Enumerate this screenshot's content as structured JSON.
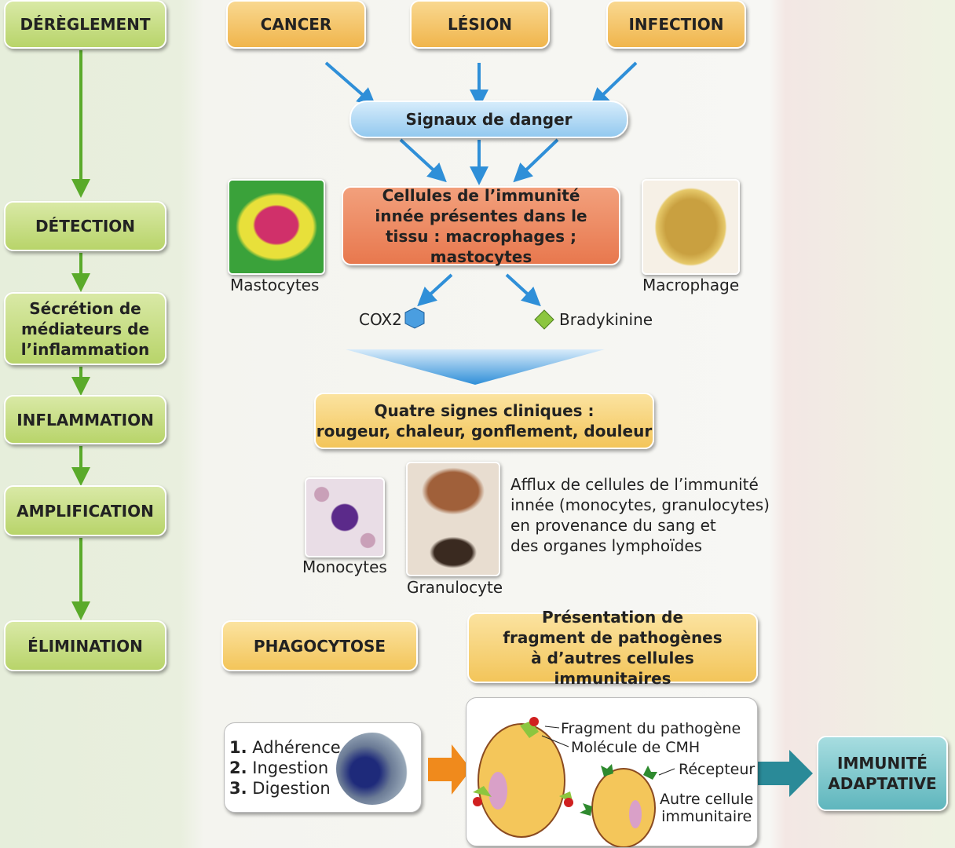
{
  "left_steps": [
    "DÉRÈGLEMENT",
    "DÉTECTION",
    "Sécrétion de médiateurs de l’inflammation",
    "INFLAMMATION",
    "AMPLIFICATION",
    "ÉLIMINATION"
  ],
  "triggers": [
    "CANCER",
    "LÉSION",
    "INFECTION"
  ],
  "danger_signals": "Signaux de danger",
  "innate_cells": "Cellules de l’immunité innée présentes dans le tissu : macrophages ; mastocytes",
  "cell_labels": {
    "mastocytes": "Mastocytes",
    "macrophage": "Macrophage",
    "monocytes": "Monocytes",
    "granulocyte": "Granulocyte"
  },
  "mediators": {
    "cox2": "COX2",
    "bradykinine": "Bradykinine"
  },
  "clinical_signs": {
    "line1": "Quatre signes cliniques :",
    "line2": "rougeur, chaleur, gonflement, douleur"
  },
  "afflux": [
    "Afflux de cellules de l’immunité",
    "innée (monocytes, granulocytes)",
    "en provenance du sang et",
    "des organes lymphoïdes"
  ],
  "phagocytose": "PHAGOCYTOSE",
  "presentation": "Présentation de fragment de pathogènes à d’autres cellules immunitaires",
  "phago_steps": [
    {
      "n": "1.",
      "t": "Adhérence"
    },
    {
      "n": "2.",
      "t": "Ingestion"
    },
    {
      "n": "3.",
      "t": "Digestion"
    }
  ],
  "presentation_labels": {
    "fragment": "Fragment du pathogène",
    "cmh": "Molécule de CMH",
    "recepteur": "Récepteur",
    "autre_l1": "Autre cellule",
    "autre_l2": "immunitaire"
  },
  "adaptive": "IMMUNITÉ ADAPTATIVE",
  "colors": {
    "green": "#b8d46a",
    "orange": "#f0b54c",
    "blue_arrow": "#2f8fd8",
    "teal": "#5fb6bd"
  }
}
